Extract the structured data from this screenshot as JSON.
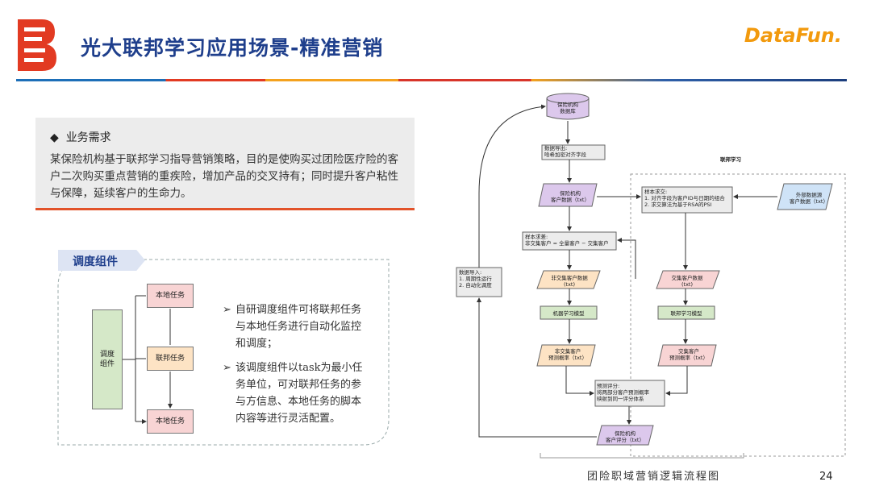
{
  "header": {
    "title": "光大联邦学习应用场景-精准营销",
    "brand": "DataFun."
  },
  "needs": {
    "heading": "业务需求",
    "body": "某保险机构基于联邦学习指导营销策略，目的是使购买过团险医疗险的客户二次购买重点营销的重疾险，增加产品的交叉持有；同时提升客户粘性与保障，延续客户的生命力。"
  },
  "scheduler": {
    "tag": "调度组件",
    "main_node": "调度\n组件",
    "tasks": [
      "本地任务",
      "联邦任务",
      "本地任务"
    ],
    "bullets": [
      "自研调度组件可将联邦任务与本地任务进行自动化监控和调度；",
      "该调度组件以task为最小任务单位，可对联邦任务的参与方信息、本地任务的脚本内容等进行灵活配置。"
    ]
  },
  "flow": {
    "db": "保险机构\n数据库",
    "export": "数据导出:\n哈希加密对齐字段",
    "fed_label": "联邦学习",
    "cust_data": "保险机构\n客户数据（txt）",
    "intersect": "样本求交:\n1. 对齐字段为客户ID与日期的组合\n2. 求交算法为基于RSA的PSI",
    "ext_data": "外部数据源\n客户数据（txt）",
    "diff": "样本求差:\n非交集客户 = 全量客户 − 交集客户",
    "import": "数据导入:\n1. 周期性运行\n2. 自动化调度",
    "non_inter_data": "非交集客户数据\n(txt)",
    "inter_data": "交集客户数据\n(txt)",
    "ml_model": "机器学习模型",
    "fl_model": "联邦学习模型",
    "non_inter_prob": "非交集客户\n预测概率（txt）",
    "inter_prob": "交集客户\n预测概率（txt）",
    "score": "预测评分:\n将两部分客户预测概率\n映射到同一评分体系",
    "result": "保险机构\n客户评分（txt）",
    "caption": "团险职域营销逻辑流程图"
  },
  "page_number": "24",
  "colors": {
    "title": "#1f3f8c",
    "accent": "#e2532a",
    "purple": "#dcc8ec",
    "green": "#d5e8c8",
    "orange": "#fde3c4",
    "pink": "#f8d4d4",
    "blue": "#cfe3f7"
  }
}
